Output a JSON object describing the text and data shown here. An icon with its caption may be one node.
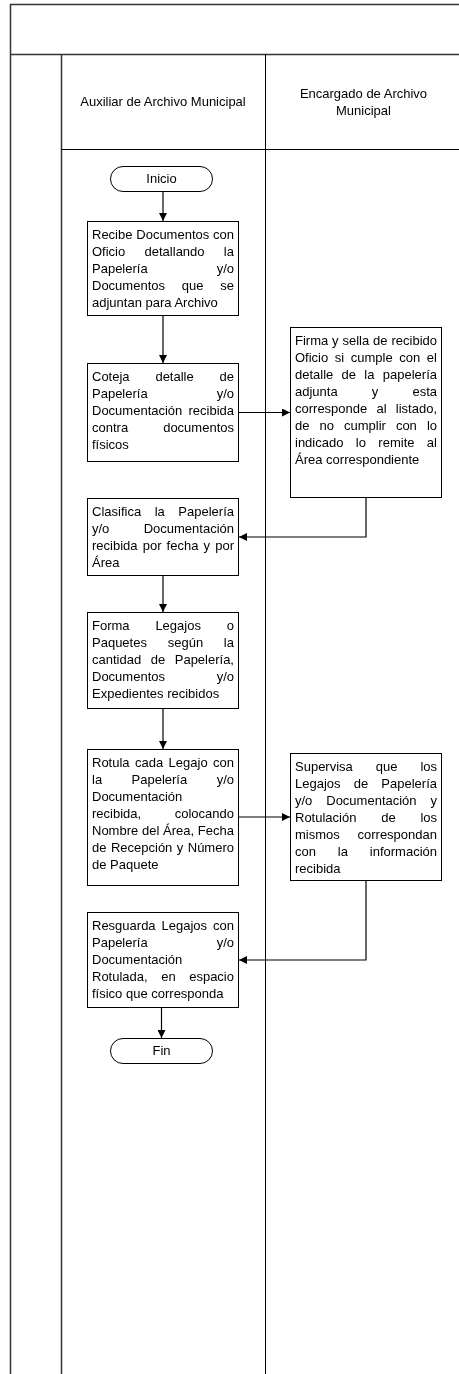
{
  "diagram": {
    "nodes": [
      {
        "text": [
          "Auxiliar de Archivo Municipal"
        ]
      },
      {
        "text": [
          "Encargado de Archivo Municipal"
        ]
      },
      {
        "text": [
          "Inicio"
        ]
      },
      {
        "text": [
          "Recibe Documentos con Oficio detallando la Papelería y/o Documentos que se adjuntan para Archivo"
        ]
      },
      {
        "text": [
          "Coteja detalle de Papelería y/o Documentación recibida contra documentos físicos"
        ]
      },
      {
        "text": [
          "Firma y sella de recibido Oficio si cumple con el detalle de la papelería adjunta y esta corresponde al listado, de no cumplir con lo indicado lo remite al Área correspondiente"
        ]
      },
      {
        "text": [
          "Clasifica la Papelería y/o Documentación recibida por fecha y por Área"
        ]
      },
      {
        "text": [
          "Forma Legajos o Paquetes según la cantidad de Papelería, Documentos y/o Expedientes recibidos"
        ]
      },
      {
        "text": [
          "Rotula cada Legajo con la Papelería y/o Documentación recibida, colocando Nombre del Área, Fecha de Recepción y Número de Paquete"
        ]
      },
      {
        "text": [
          "Supervisa que los Legajos de Papelería y/o Documentación y Rotulación de los mismos correspondan con la información recibida"
        ]
      },
      {
        "text": [
          "Resguarda Legajos con Papelería y/o Documentación Rotulada, en espacio físico que corresponda"
        ]
      },
      {
        "text": [
          "Fin"
        ]
      }
    ],
    "edges": [
      {
        "from": 2,
        "to": 3,
        "arrow": "to"
      },
      {
        "from": 3,
        "to": 4,
        "arrow": "to"
      },
      {
        "from": 4,
        "to": 5,
        "arrow": "to"
      },
      {
        "from": 5,
        "to": 6,
        "arrow": "to"
      },
      {
        "from": 6,
        "to": 7,
        "arrow": "to"
      },
      {
        "from": 7,
        "to": 8,
        "arrow": "to"
      },
      {
        "from": 8,
        "to": 9,
        "arrow": "to"
      },
      {
        "from": 9,
        "to": 10,
        "arrow": "to"
      },
      {
        "from": 10,
        "to": 11,
        "arrow": "to"
      }
    ]
  }
}
